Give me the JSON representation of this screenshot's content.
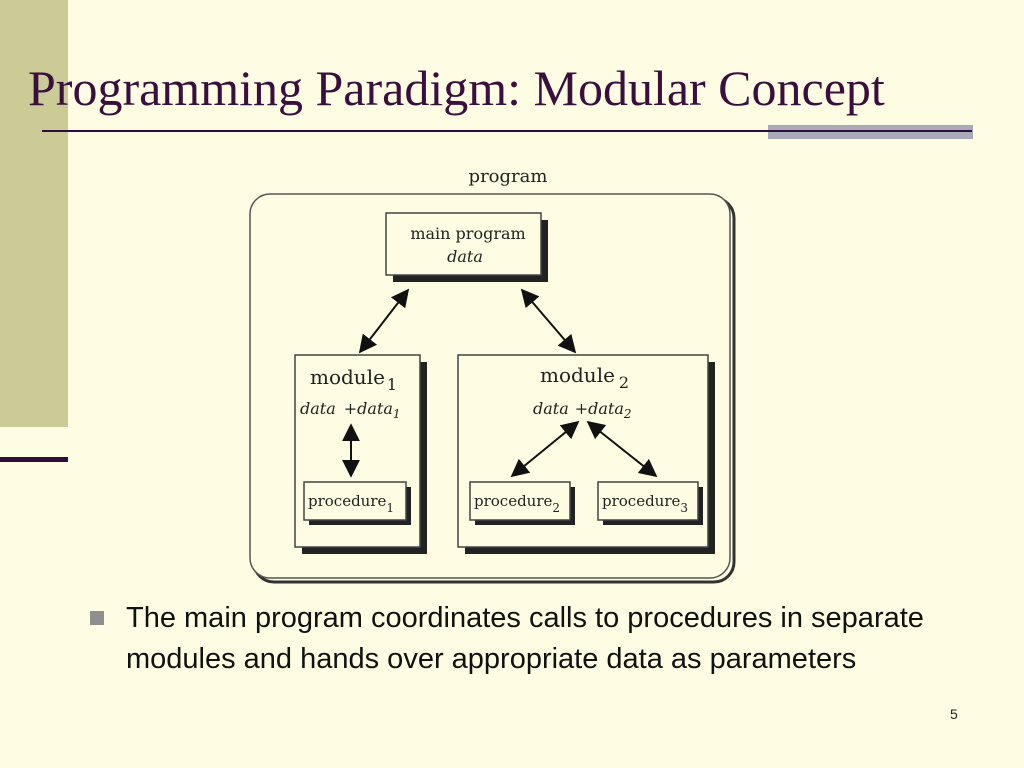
{
  "slide": {
    "title": "Programming Paradigm: Modular Concept",
    "bullet": "The main program coordinates calls to procedures in separate modules and hands over appropriate data as parameters",
    "page_number": "5"
  },
  "diagram": {
    "container_label": "program",
    "main_program": {
      "title": "main program",
      "data": "data"
    },
    "module1": {
      "name": "module",
      "sub": "1",
      "data_a": "data",
      "plus": "+",
      "data_b": "data",
      "data_sub": "1"
    },
    "module2": {
      "name": "module",
      "sub": "2",
      "data_a": "data",
      "plus": "+",
      "data_b": "data",
      "data_sub": "2"
    },
    "procedure1": {
      "name": "procedure",
      "sub": "1"
    },
    "procedure2": {
      "name": "procedure",
      "sub": "2"
    },
    "procedure3": {
      "name": "procedure",
      "sub": "3"
    }
  },
  "colors": {
    "background": "#fefde3",
    "side_bar": "#cbcb98",
    "title_text": "#3a0f3d",
    "rule": "#2e0d3e",
    "rule_accent": "#a9a9b8"
  }
}
